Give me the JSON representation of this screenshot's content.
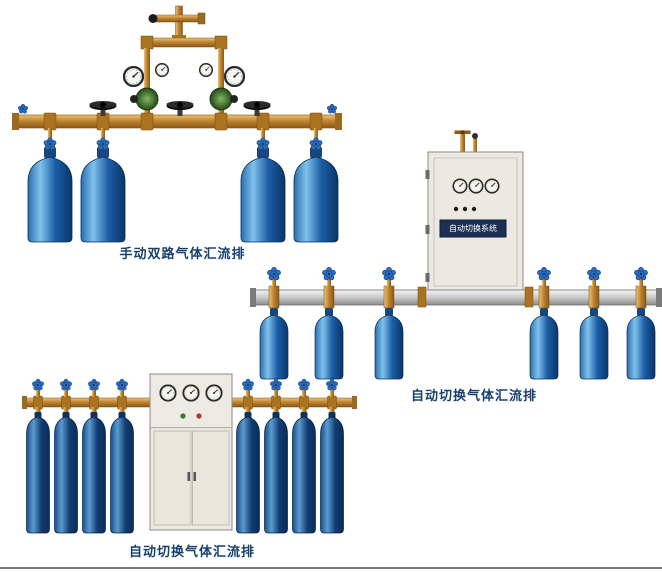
{
  "page": {
    "background": "#ffffff"
  },
  "products": [
    {
      "caption": "手动双路气体汇流排"
    },
    {
      "caption": "自动切换气体汇流排",
      "cabinet_label": "自动切换系统"
    },
    {
      "caption": "自动切换气体汇流排"
    }
  ],
  "icons": {
    "pressure-gauge-icon": "round white-face gauge with dark bezel and needle",
    "valve-handwheel-icon": "blue star-shaped cylinder valve handwheel",
    "shutoff-valve-handwheel-icon": "black horizontal handwheel on manifold pipe",
    "gas-cylinder": "blue steel gas bottle with domed shoulder"
  },
  "colors": {
    "caption_text": "#17406f",
    "brass_pipe": "#c08434",
    "cylinder_blue": "#1c5ea6",
    "cabinet_body": "#ece9e2",
    "aluminum_pipe": "#c9c9c9",
    "valve_wheel_blue": "#2e6fc1",
    "regulator_green": "#3f6c2d",
    "bottom_divider": "#787878"
  }
}
